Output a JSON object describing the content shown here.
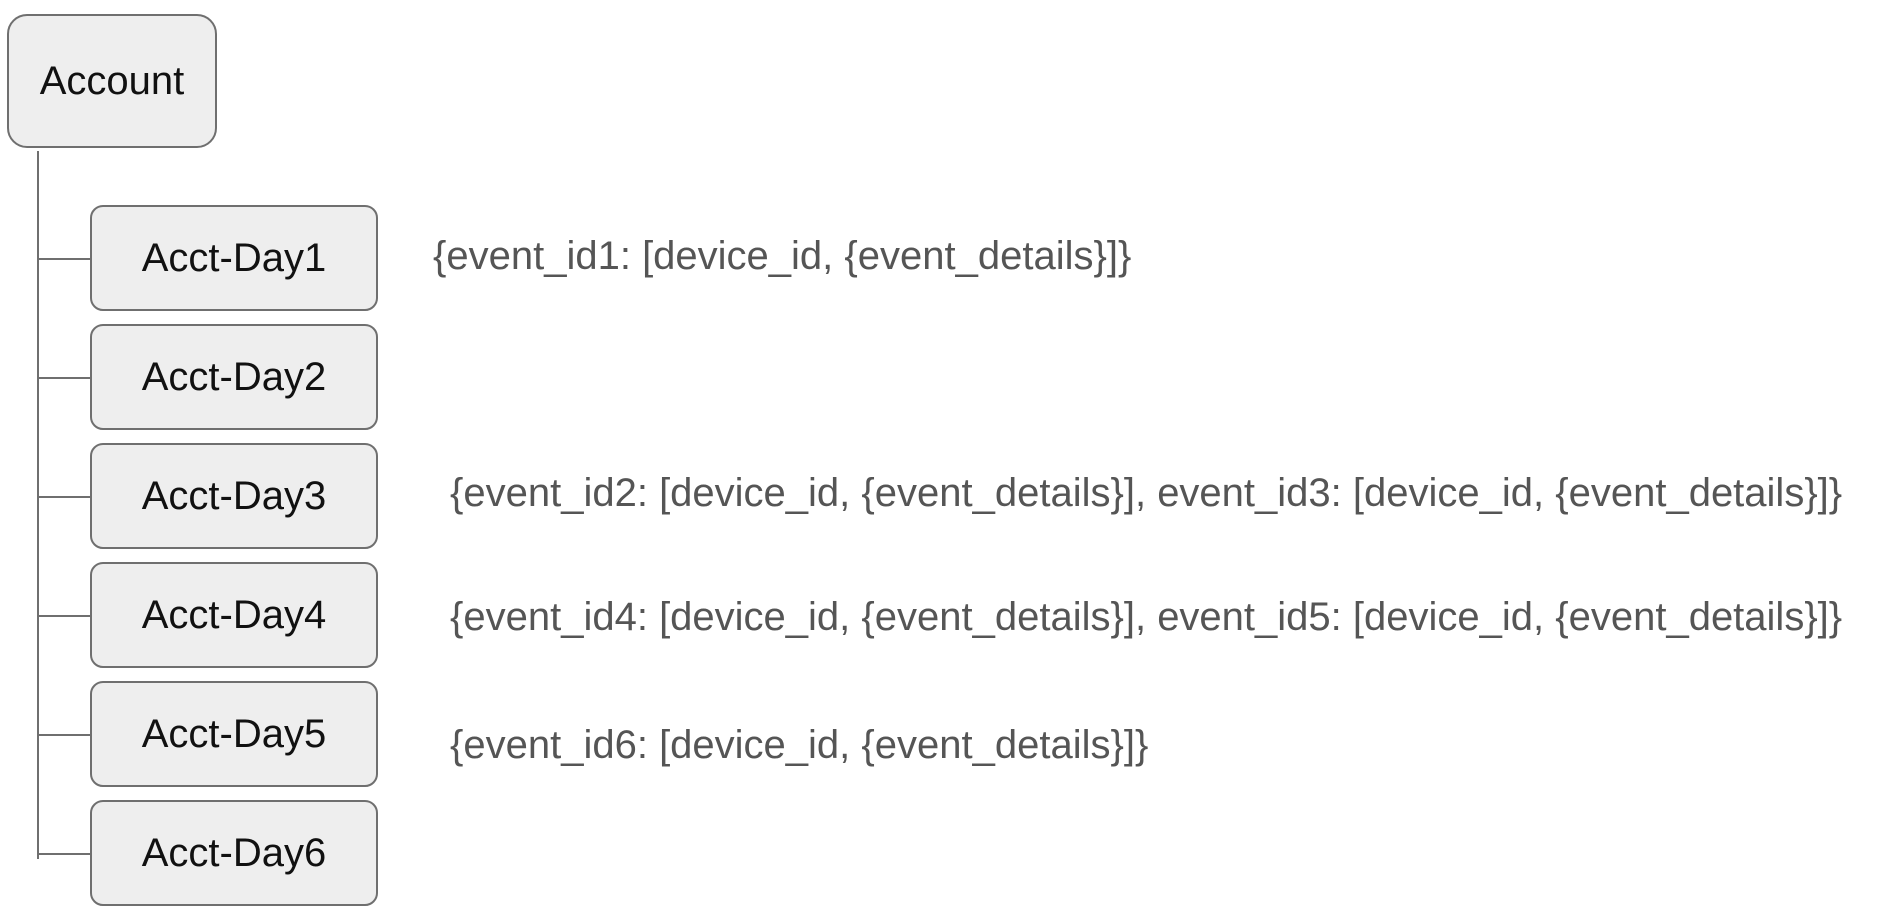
{
  "diagram": {
    "root": {
      "label": "Account"
    },
    "days": [
      {
        "label": "Acct-Day1",
        "events_text": "{event_id1: [device_id, {event_details}]}"
      },
      {
        "label": "Acct-Day2",
        "events_text": ""
      },
      {
        "label": "Acct-Day3",
        "events_text": "{event_id2: [device_id, {event_details}], event_id3: [device_id, {event_details}]}"
      },
      {
        "label": "Acct-Day4",
        "events_text": "{event_id4: [device_id, {event_details}], event_id5: [device_id, {event_details}]}"
      },
      {
        "label": "Acct-Day5",
        "events_text": "{event_id6: [device_id, {event_details}]}"
      },
      {
        "label": "Acct-Day6",
        "events_text": ""
      }
    ]
  },
  "colors": {
    "node_fill": "#eeeeee",
    "node_border": "#6f6f6f",
    "node_text": "#111111",
    "event_text": "#555555",
    "connector": "#6f6f6f"
  }
}
